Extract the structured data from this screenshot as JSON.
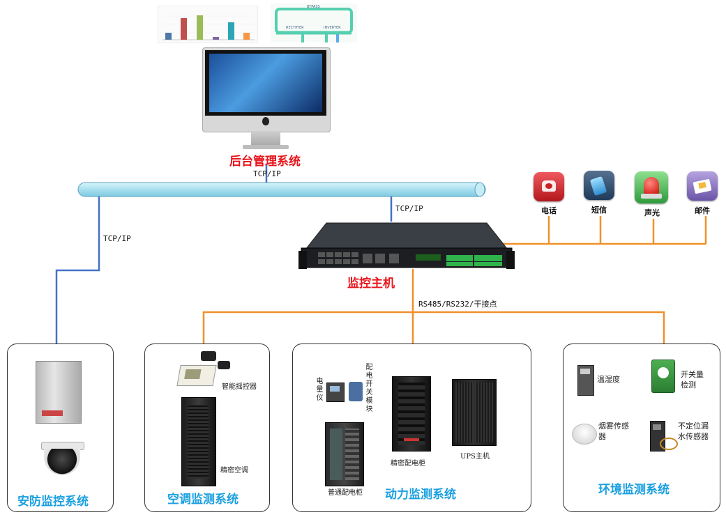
{
  "top_images": {
    "bypass_diagram": {
      "bypass_label": "BYPASS",
      "rectifier_label": "RECTIFIER",
      "inverter_label": "INVERTER"
    }
  },
  "backend": {
    "title": "后台管理系统",
    "protocol": "TCP/IP"
  },
  "host": {
    "title": "监控主机",
    "uplink_protocol": "TCP/IP",
    "downlink_protocol": "RS485/RS232/干接点"
  },
  "security_link": {
    "protocol": "TCP/IP"
  },
  "alarms": [
    {
      "label": "电话",
      "icon": "phone-icon",
      "color": "#d9343a"
    },
    {
      "label": "短信",
      "icon": "sms-icon",
      "color": "#2f6fa8"
    },
    {
      "label": "声光",
      "icon": "siren-icon",
      "color": "#e0261e"
    },
    {
      "label": "邮件",
      "icon": "mail-icon",
      "color": "#8a6fc2"
    }
  ],
  "systems": {
    "security": {
      "title": "安防监控系统"
    },
    "aircon": {
      "title": "空调监测系统",
      "controller_label": "智能摇控器",
      "ac_label": "精密空调"
    },
    "power": {
      "title": "动力监测系统",
      "meter_label": "电量仪",
      "switch_label": "配电开关模块",
      "normal_cabinet_label": "普通配电柜",
      "precision_cabinet_label": "精密配电柜",
      "ups_label": "UPS主机"
    },
    "environment": {
      "title": "环境监测系统",
      "temp_label": "温湿度",
      "switch_detect_label": "开关量检测",
      "smoke_label": "烟雾传感器",
      "leak_label": "不定位漏水传感器"
    }
  },
  "colors": {
    "network_line": "#4472c4",
    "serial_line": "#f0902a",
    "title_red": "#e8141b",
    "title_blue": "#1a9fe0"
  }
}
